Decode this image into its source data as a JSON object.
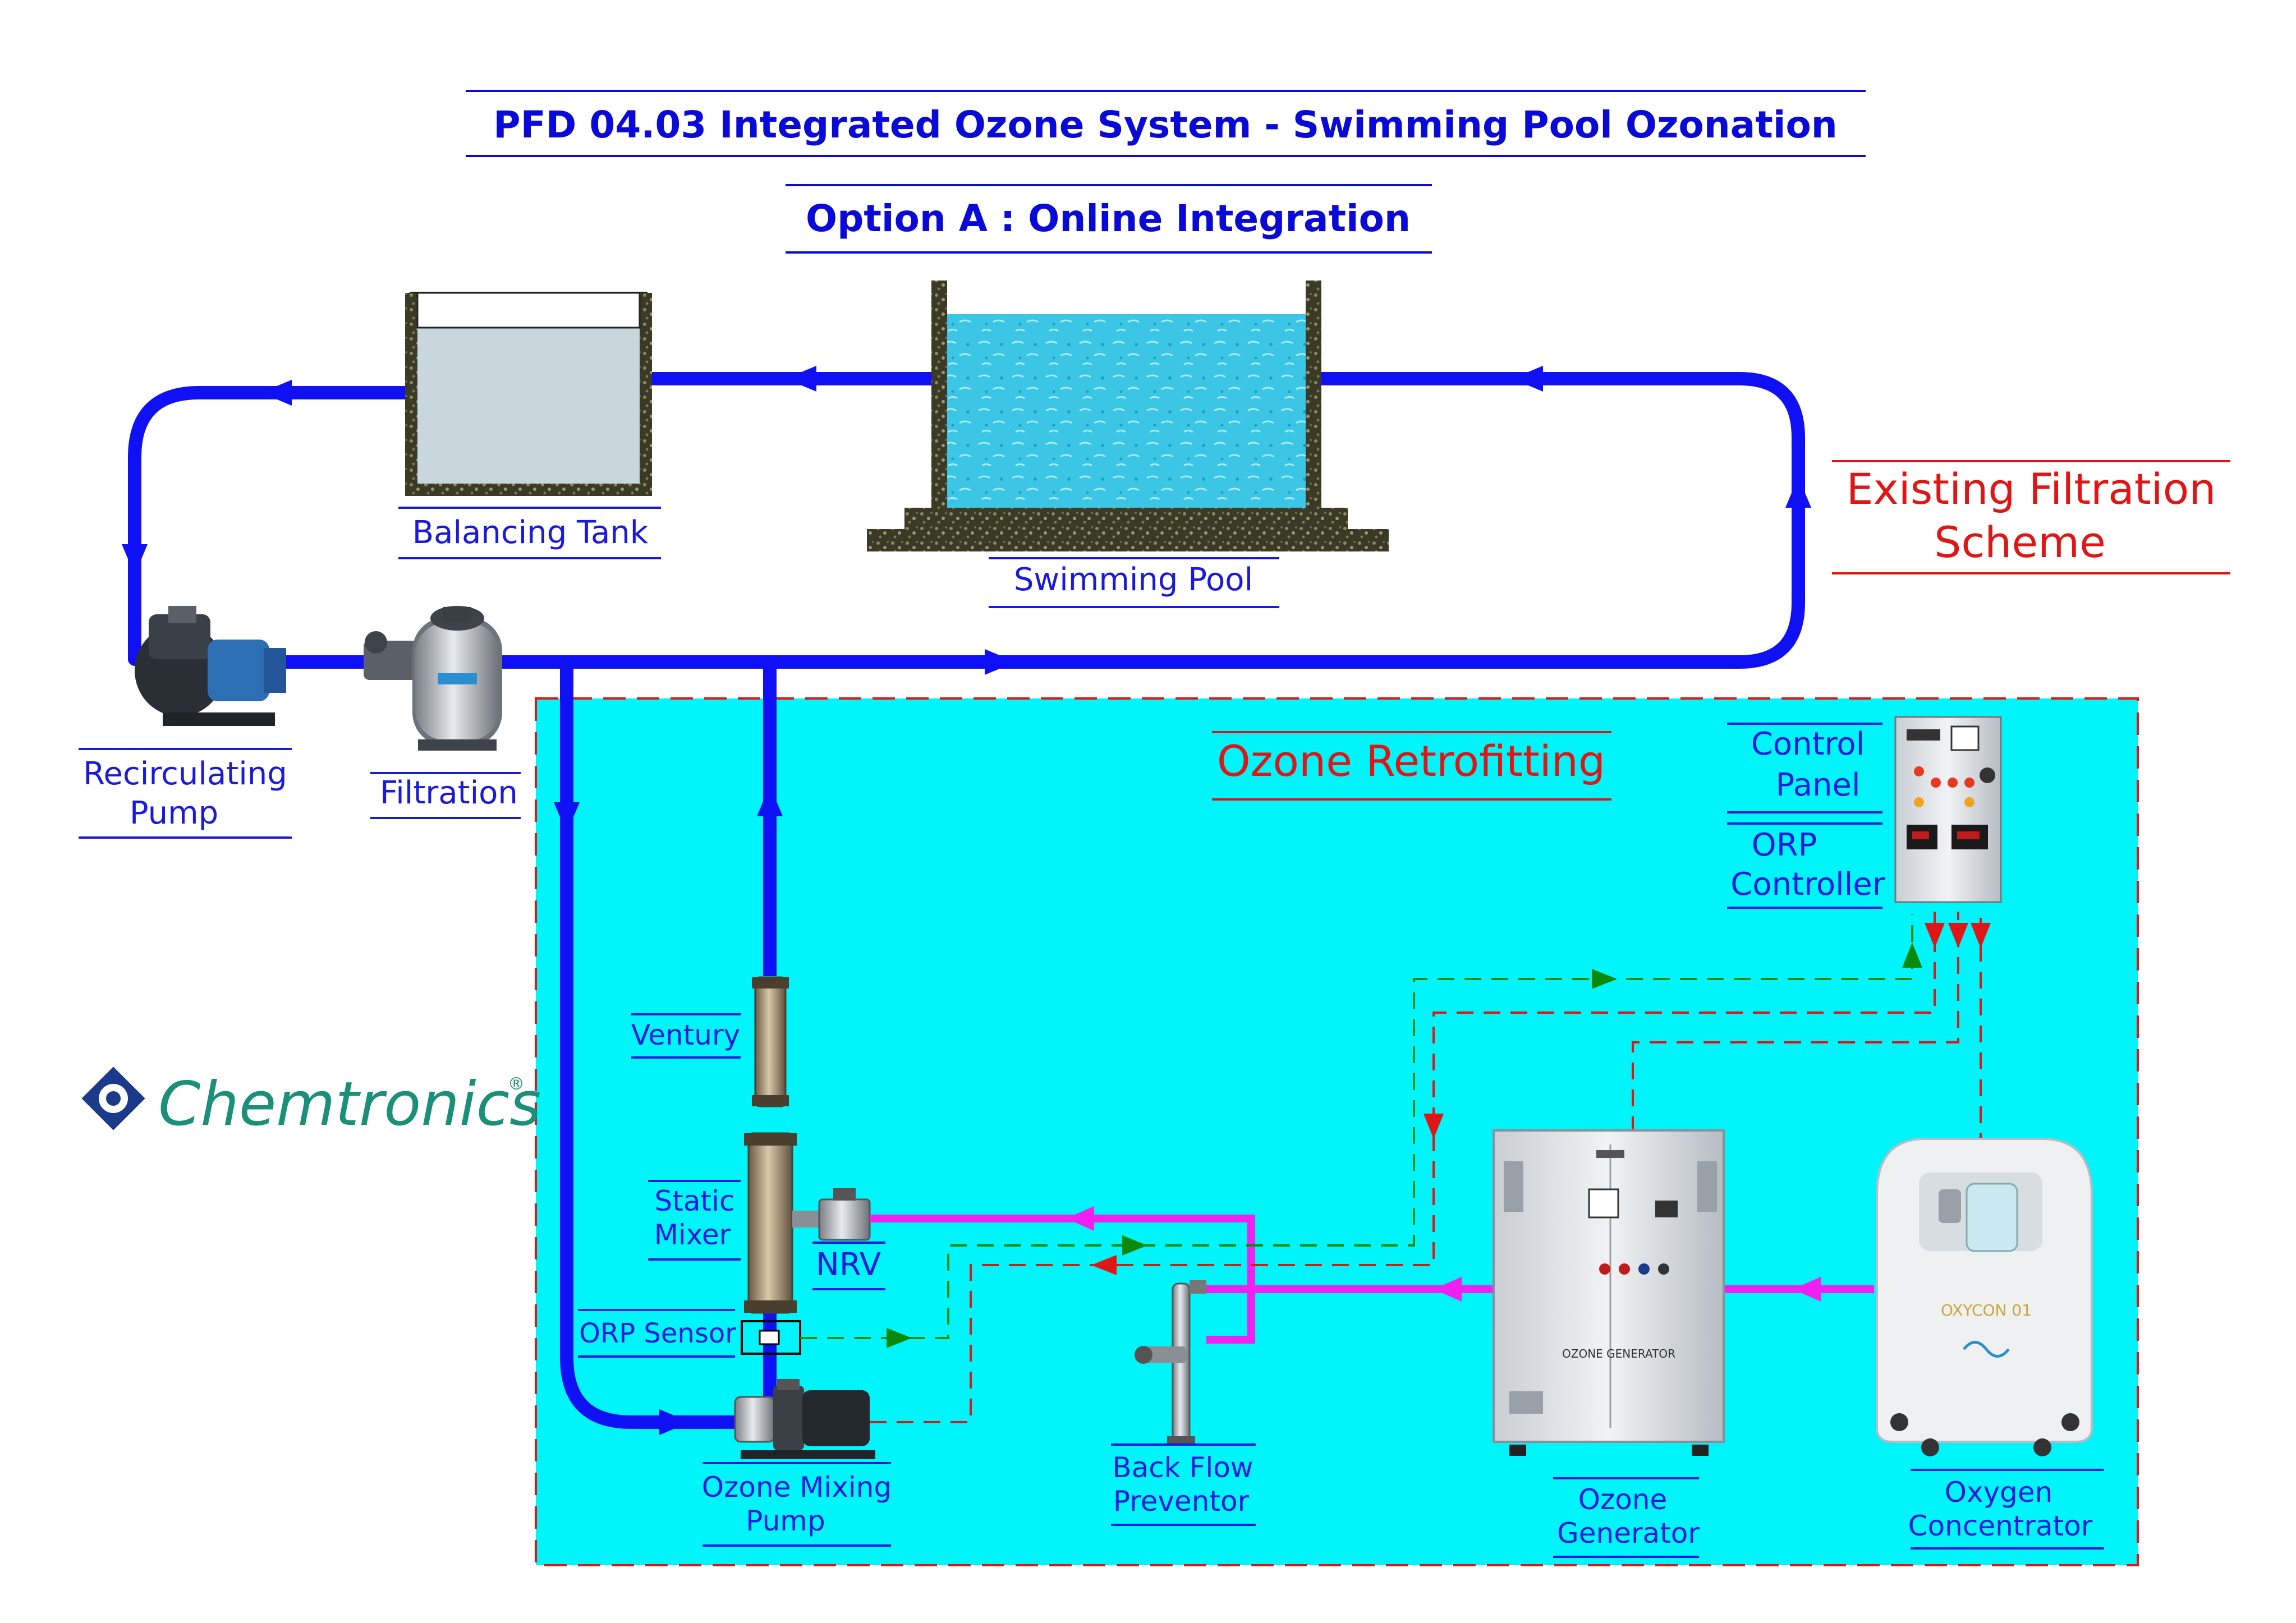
{
  "title": "PFD 04.03 Integrated Ozone System - Swimming Pool Ozonation",
  "subtitle": "Option A : Online Integration",
  "existing_label_line1": "Existing Filtration",
  "existing_label_line2": "Scheme",
  "retrofit_label": "Ozone Retrofitting",
  "logo_text": "Chemtronics",
  "colors": {
    "title_blue": "#0a0ad8",
    "label_blue": "#1a1adf",
    "red_label": "#e01616",
    "pipe_blue": "#1010f5",
    "ozone_pink": "#f020f0",
    "retrofit_bg": "#00f5fa",
    "signal_green": "#0a8a0a",
    "signal_red": "#e01616",
    "pool_water": "#3cc6e6",
    "logo_teal": "#1a8f7a"
  },
  "labels": {
    "balancing_tank": "Balancing Tank",
    "swimming_pool": "Swimming Pool",
    "recirculating_pump_1": "Recirculating",
    "recirculating_pump_2": "Pump",
    "filtration": "Filtration",
    "control_panel_1": "Control",
    "control_panel_2": "Panel",
    "orp_controller_1": "ORP",
    "orp_controller_2": "Controller",
    "ventury": "Ventury",
    "static_mixer_1": "Static",
    "static_mixer_2": "Mixer",
    "nrv": "NRV",
    "orp_sensor": "ORP Sensor",
    "ozone_mixing_pump_1": "Ozone Mixing",
    "ozone_mixing_pump_2": "Pump",
    "back_flow_1": "Back Flow",
    "back_flow_2": "Preventor",
    "ozone_generator_1": "Ozone",
    "ozone_generator_2": "Generator",
    "oxygen_concentrator_1": "Oxygen",
    "oxygen_concentrator_2": "Concentrator",
    "generator_plate": "OZONE GENERATOR",
    "concentrator_plate": "OXYCON 01"
  }
}
